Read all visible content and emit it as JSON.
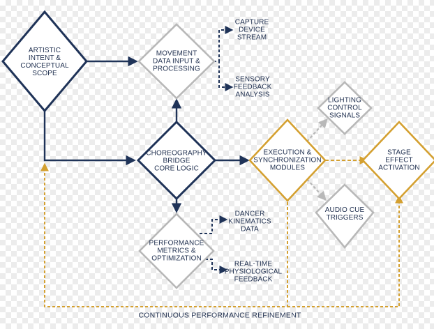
{
  "colors": {
    "navy": "#1f3358",
    "gray": "#b8b8b8",
    "gold": "#d4a030"
  },
  "nodes": {
    "artistic_intent": "ARTISTIC\nINTENT &\nCONCEPTUAL\nSCOPE",
    "movement_data": "MOVEMENT\nDATA INPUT &\nPROCESSING",
    "choreography_bridge": "CHOREOGRAPHY\nBRIDGE\nCORE LOGIC",
    "performance_metrics": "PERFORMANCE\nMETRICS &\nOPTIMIZATION",
    "execution_sync": "EXECUTION &\nSYNCHRONIZATION\nMODULES",
    "lighting_control": "LIGHTING\nCONTROL\nSIGNALS",
    "audio_cue": "AUDIO CUE\nTRIGGERS",
    "stage_effect": "STAGE\nEFFECT\nACTIVATION"
  },
  "outputs": {
    "capture_device": "CAPTURE\nDEVICE\nSTREAM",
    "sensory_feedback": "SENSORY\nFEEDBACK\nANALYSIS",
    "dancer_kinematics": "DANCER\nKINEMATICS\nDATA",
    "realtime_physio": "REAL-TIME\nPHYSIOLOGICAL\nFEEDBACK"
  },
  "footer": {
    "loop_label": "CONTINUOUS PERFORMANCE REFINEMENT"
  }
}
